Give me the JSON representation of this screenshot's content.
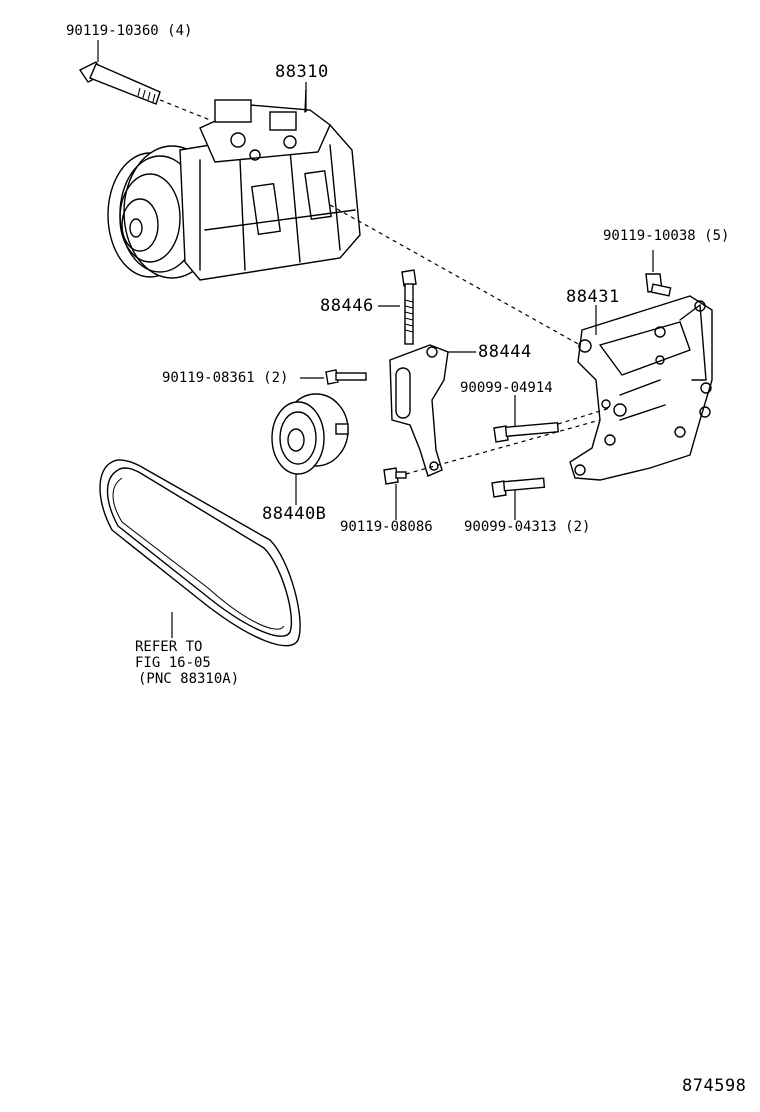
{
  "labels": {
    "bolt_compressor": "90119-10360 (4)",
    "compressor": "88310",
    "bolt_bracket": "90119-10038 (5)",
    "bracket": "88431",
    "bolt_adjust": "88446",
    "adjust_bracket": "88444",
    "bolt_pulley": "90119-08361 (2)",
    "stud_bolt_long": "90099-04914",
    "idler_pulley": "88440B",
    "bolt_small": "90119-08086",
    "stud_bolt_short": "90099-04313 (2)",
    "belt_note_line1": "REFER TO",
    "belt_note_line2": "FIG 16-05",
    "belt_note_line3": "(PNC 88310A)",
    "figure_number": "874598"
  }
}
